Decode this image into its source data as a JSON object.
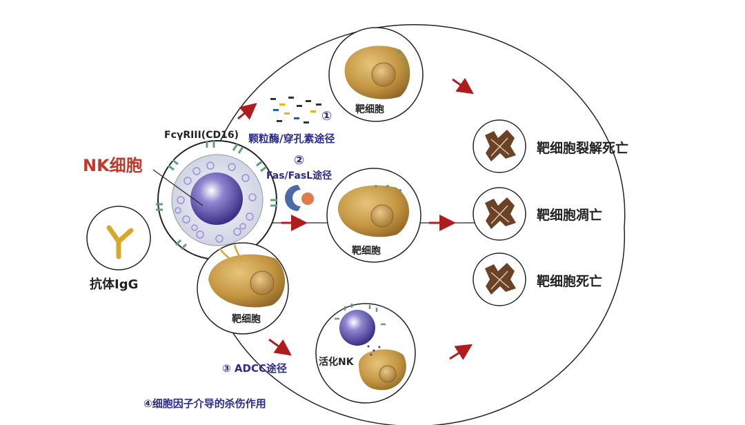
{
  "colors": {
    "ring": "#222222",
    "arrow": "#b01c1c",
    "nk_title": "#c0392b",
    "pathway_text": "#2a2b8e",
    "nucleus": "#5b4fa6",
    "granule": "#9a8ed6",
    "target_cell": "#c8a04c",
    "dead_cell": "#6b4226",
    "receptor": "#5fa07a",
    "antibody": "#d8a82a",
    "fasl": "#e07a4a",
    "fas": "#4a6aa8"
  },
  "labels": {
    "nk_cell": "NK细胞",
    "receptor": "FcγRIII(CD16)",
    "antibody": "抗体IgG",
    "pathway1_num": "①",
    "pathway1": "颗粒酶/穿孔素途径",
    "pathway2_num": "②",
    "pathway2": "Fas/FasL途径",
    "pathway3": "③ ADCC途径",
    "pathway4": "④细胞因子介导的杀伤作用",
    "target_top": "靶细胞",
    "target_mid": "靶细胞",
    "target_left": "靶细胞",
    "activated_nk": "活化NK",
    "outcome_lysis": "靶细胞裂解死亡",
    "outcome_apoptosis": "靶细胞凋亡",
    "outcome_death": "靶细胞死亡"
  }
}
